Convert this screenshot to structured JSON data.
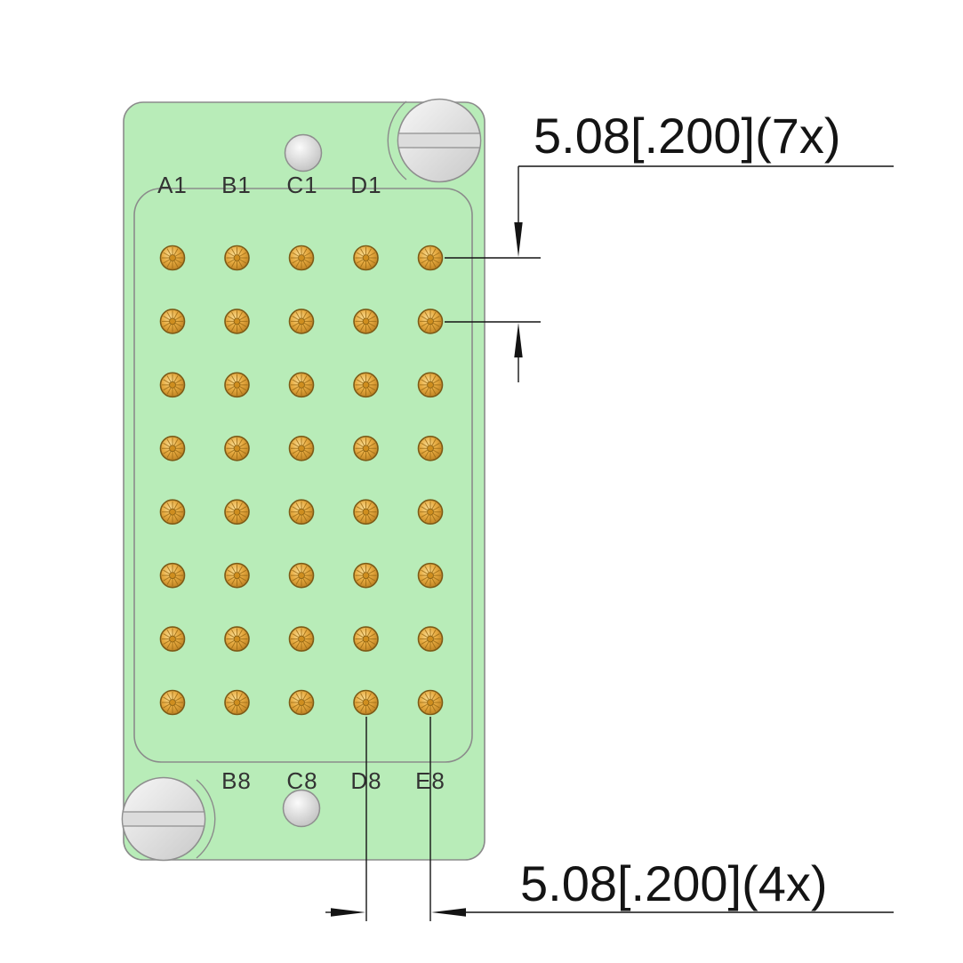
{
  "pin_grid": {
    "columns": 5,
    "rows": 8,
    "column_letters": [
      "A",
      "B",
      "C",
      "D",
      "E"
    ]
  },
  "labels": {
    "top": [
      "A1",
      "B1",
      "C1",
      "D1"
    ],
    "bottom": [
      "B8",
      "C8",
      "D8",
      "E8"
    ]
  },
  "dimensions": {
    "row_pitch": "5.08[.200](7x)",
    "column_pitch": "5.08[.200](4x)"
  },
  "colors": {
    "body_green": "#b8ecb8",
    "outline_gray": "#8b8b8b",
    "pin_gold": "#e7ab41",
    "pin_edge": "#7c5a16",
    "screw_gray": "#ededed",
    "slot_gray": "#dcdcdc",
    "metal_edge": "#8e8e8e",
    "dimension_black": "#141414",
    "label_gray": "#333333"
  }
}
